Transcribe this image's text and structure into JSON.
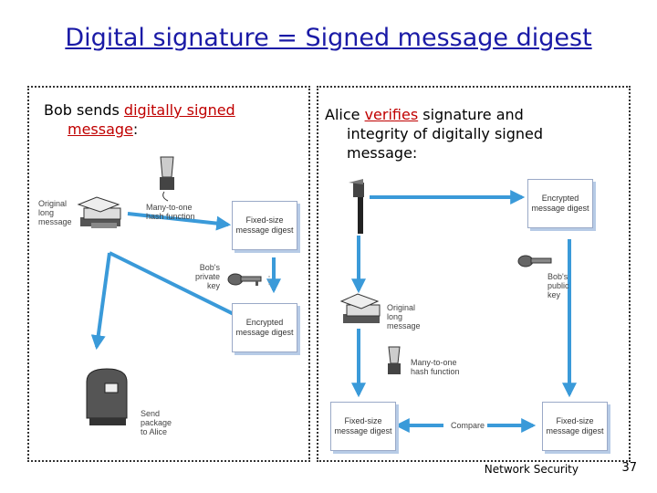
{
  "title": "Digital signature = Signed message digest",
  "bob": {
    "text_pre": "Bob sends ",
    "text_hl1": "digitally signed",
    "text_hl2": "message",
    "text_post": ":",
    "original_label_1": "Original",
    "original_label_2": "long",
    "original_label_3": "message",
    "hash_label_1": "Many-to-one",
    "hash_label_2": "hash function",
    "digest_box": "Fixed-size message digest",
    "key_label_1": "Bob's",
    "key_label_2": "private",
    "key_label_3": "key",
    "encrypted_box": "Encrypted message digest",
    "send_label_1": "Send",
    "send_label_2": "package",
    "send_label_3": "to Alice"
  },
  "alice": {
    "text_pre": "Alice ",
    "text_hl": "verifies",
    "text_line1_post": " signature and",
    "text_line2": "integrity of digitally signed",
    "text_line3": "message:",
    "encrypted_box": "Encrypted message digest",
    "key_label_1": "Bob's",
    "key_label_2": "public",
    "key_label_3": "key",
    "original_label_1": "Original",
    "original_label_2": "long",
    "original_label_3": "message",
    "hash_label_1": "Many-to-one",
    "hash_label_2": "hash function",
    "left_box": "Fixed-size message digest",
    "compare_label": "Compare",
    "right_box": "Fixed-size message digest"
  },
  "footer": {
    "text": "Network Security",
    "page": "37"
  },
  "colors": {
    "title": "#1a1aa6",
    "highlight": "#c00000",
    "arrow": "#3a9ad9"
  }
}
